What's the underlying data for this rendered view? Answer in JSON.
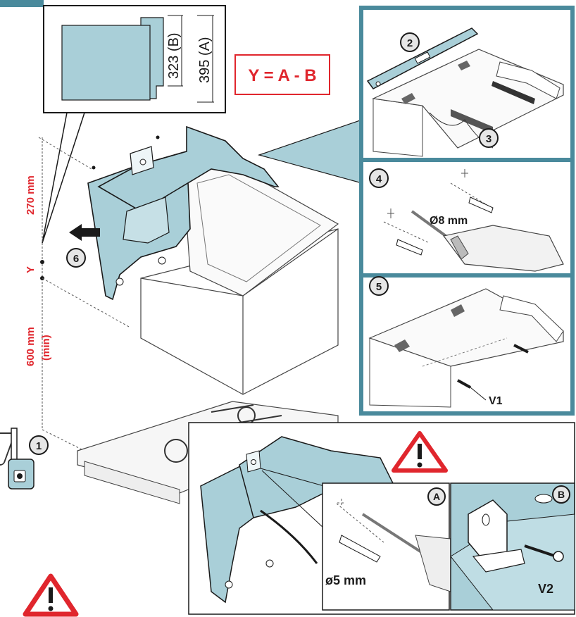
{
  "formula": "Y = A - B",
  "dims": {
    "b": "323 (B)",
    "a": "395 (A)"
  },
  "left_dims": {
    "top": "270 mm",
    "y": "Y",
    "bottom_value": "600 mm",
    "bottom_qualifier": "(min)"
  },
  "steps": {
    "s1": "1",
    "s2": "2",
    "s3": "3",
    "s4": "4",
    "s5": "5",
    "s6": "6",
    "sa": "A",
    "sb": "B"
  },
  "drill": {
    "d8": "Ø8 mm",
    "d5": "ø5 mm"
  },
  "screws": {
    "v1": "V1",
    "v2": "V2"
  },
  "colors": {
    "bracket": "#a9cfd8",
    "panel_border": "#4a8a9c",
    "accent_red": "#e0262d",
    "outline": "#1a1a1a"
  },
  "icons": {
    "warning": "warning-triangle-icon",
    "arrow": "arrow-left-icon"
  }
}
